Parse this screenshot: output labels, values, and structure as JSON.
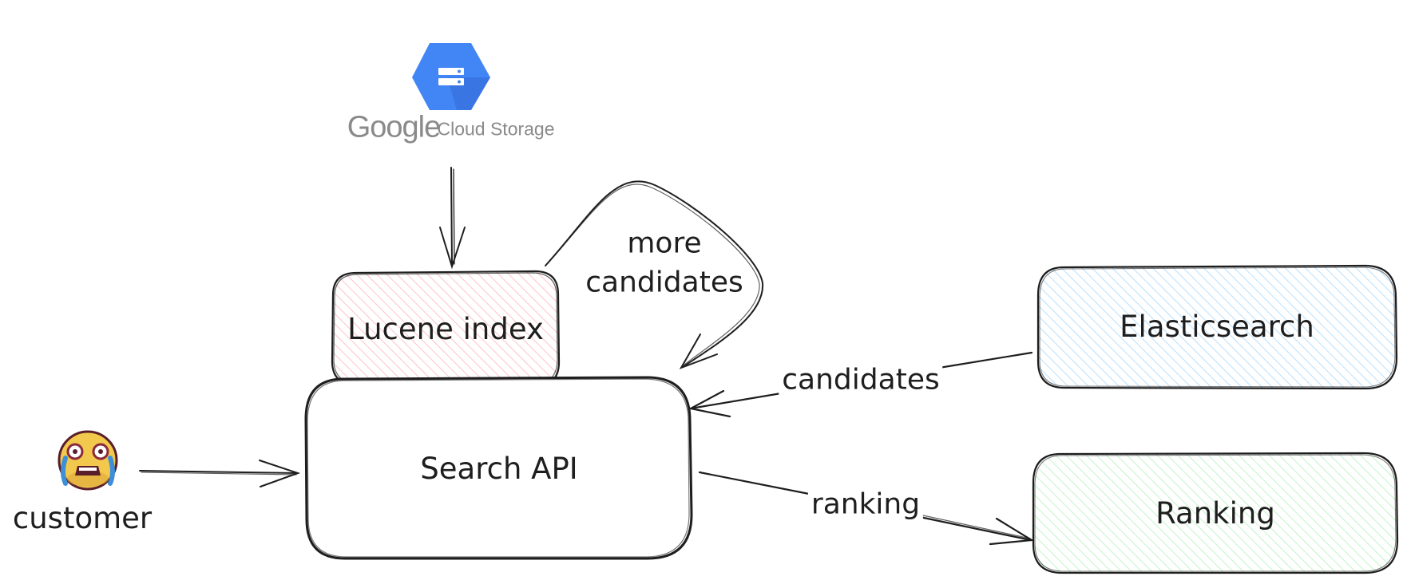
{
  "logo": {
    "google_word": "Google",
    "product_word": "Cloud Storage"
  },
  "nodes": {
    "lucene": "Lucene index",
    "search_api": "Search API",
    "elasticsearch": "Elasticsearch",
    "ranking": "Ranking",
    "customer": "customer"
  },
  "edges": {
    "more_candidates_line1": "more",
    "more_candidates_line2": "candidates",
    "candidates": "candidates",
    "ranking": "ranking"
  },
  "colors": {
    "ink": "#1e1e1e",
    "lucene_hatch": "#ffb3bd",
    "elastic_hatch": "#a5d8ff",
    "ranking_hatch": "#b2f2bb",
    "gcs_blue": "#4285f4",
    "gcs_dark": "#3367d6",
    "logo_grey": "#8a8a8a",
    "face_yellow": "#f2c94c"
  }
}
